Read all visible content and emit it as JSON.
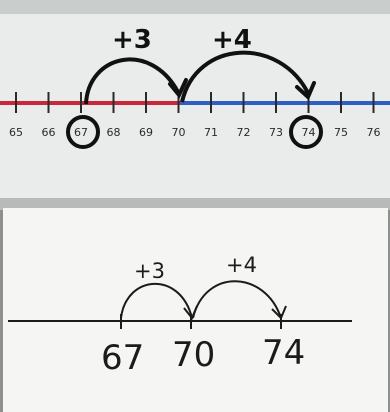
{
  "top_strip": {
    "tick_labels": [
      "65",
      "66",
      "67",
      "68",
      "69",
      "70",
      "71",
      "72",
      "73",
      "74",
      "75",
      "76"
    ],
    "jump_labels": [
      "+3",
      "+4"
    ],
    "circled": [
      "67",
      "74"
    ],
    "colors": {
      "red_segment": "#c8283a",
      "blue_segment": "#2e5fc4",
      "ink": "#111111",
      "strip": "#f1f3f2"
    }
  },
  "bottom_sheet": {
    "jump_labels": [
      "+3",
      "+4"
    ],
    "point_labels": [
      "67",
      "70",
      "74"
    ],
    "colors": {
      "paper": "#f7f8f6",
      "ink": "#1b1b1b"
    }
  }
}
